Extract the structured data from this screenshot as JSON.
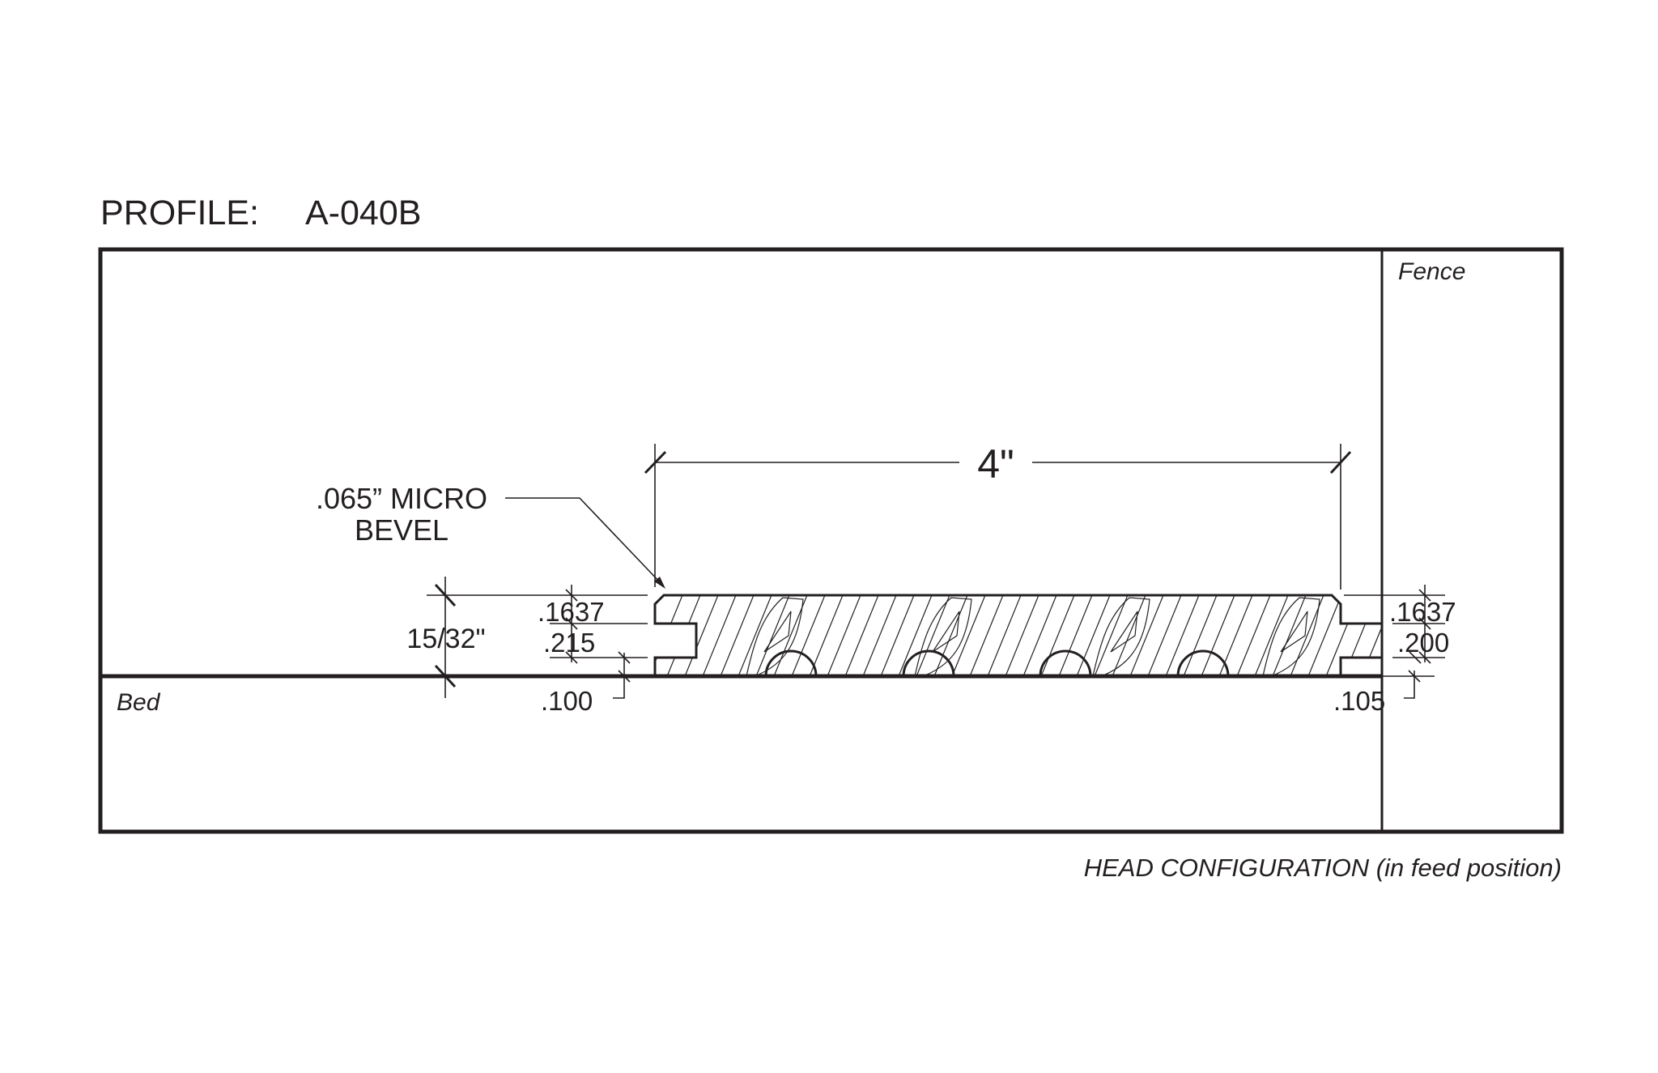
{
  "title": {
    "label": "PROFILE:",
    "code": "A-040B"
  },
  "zones": {
    "fence": "Fence",
    "bed": "Bed"
  },
  "caption": "HEAD CONFIGURATION (in feed position)",
  "dimensions": {
    "width": "4\"",
    "thickness": "15/32\"",
    "micro_bevel_line1": ".065” MICRO",
    "micro_bevel_line2": "BEVEL",
    "left_top": ".1637",
    "left_groove": ".215",
    "left_bottom": ".100",
    "right_top": ".1637",
    "right_tongue": ".200",
    "right_bottom": ".105"
  },
  "colors": {
    "ink": "#231f20",
    "paper": "#ffffff"
  }
}
